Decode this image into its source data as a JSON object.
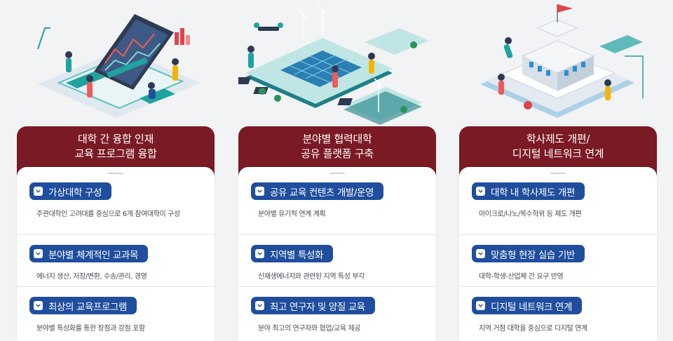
{
  "columns": [
    {
      "title_lines": [
        "대학 간 융합 인재",
        "교육 프로그램 융합"
      ],
      "items": [
        {
          "label": "가상대학 구성",
          "desc": "주관대학인 고려대를 중심으로 6개 참여대학이 구성"
        },
        {
          "label": "분야별 체계적인 교과목",
          "desc": "에너지 생산, 저장/변환, 수송/관리, 경영"
        },
        {
          "label": "최상의 교육프로그램",
          "desc": "분야별 특성화를 통한 장점과 강점 포함"
        }
      ]
    },
    {
      "title_lines": [
        "분야별 협력대학",
        "공유 플랫폼 구축"
      ],
      "items": [
        {
          "label": "공유 교육 컨텐츠 개발/운영",
          "desc": "분야별 유기적 연계 계획"
        },
        {
          "label": "지역별 특성화",
          "desc": "신재생에너지와 관련된 지역 특성 부각"
        },
        {
          "label": "최고 연구자 및 양질 교육",
          "desc": "분야 최고의 연구자와 협업/교육 제공"
        }
      ]
    },
    {
      "title_lines": [
        "학사제도 개편/",
        "디지털 네트워크 연계"
      ],
      "items": [
        {
          "label": "대학 내 학사제도 개편",
          "desc": "마이크로/나노/복수학위 등 제도 개편"
        },
        {
          "label": "맞춤형 현장 실습 기반",
          "desc": "대학-학생-산업체 간 요구 반영"
        },
        {
          "label": "디지털 네트워크 연계",
          "desc": "지역 거점 대학을 중심으로 디지털 연계"
        }
      ]
    }
  ],
  "icons": {
    "bullet": "chevron-down-icon",
    "illustration_1": "virtual-university-illustration",
    "illustration_2": "shared-platform-illustration",
    "illustration_3": "digital-network-illustration"
  },
  "colors": {
    "header_maroon": "#7a1a24",
    "pill_blue": "#1f4e9e",
    "teal": "#1fa3a0",
    "background": "#f2f3f5"
  }
}
